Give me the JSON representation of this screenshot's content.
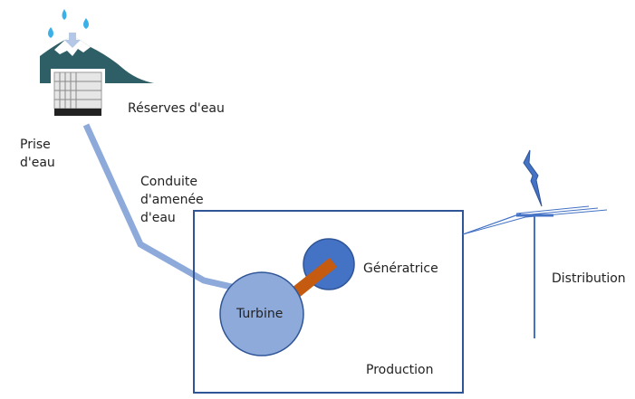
{
  "labels": {
    "reserves": "Réserves d'eau",
    "prise": "Prise\nd'eau",
    "conduite": "Conduite\nd'amenée\nd'eau",
    "turbine": "Turbine",
    "generatrice": "Génératrice",
    "production": "Production",
    "distribution": "Distribution"
  },
  "colors": {
    "pipe": "#8eaadb",
    "box": "#2f5597",
    "turbine": "#8eaadb",
    "generator": "#4472c4",
    "shaft": "#c55a11",
    "mountain": "#2f5f66",
    "drops": "#3bb0e8"
  }
}
